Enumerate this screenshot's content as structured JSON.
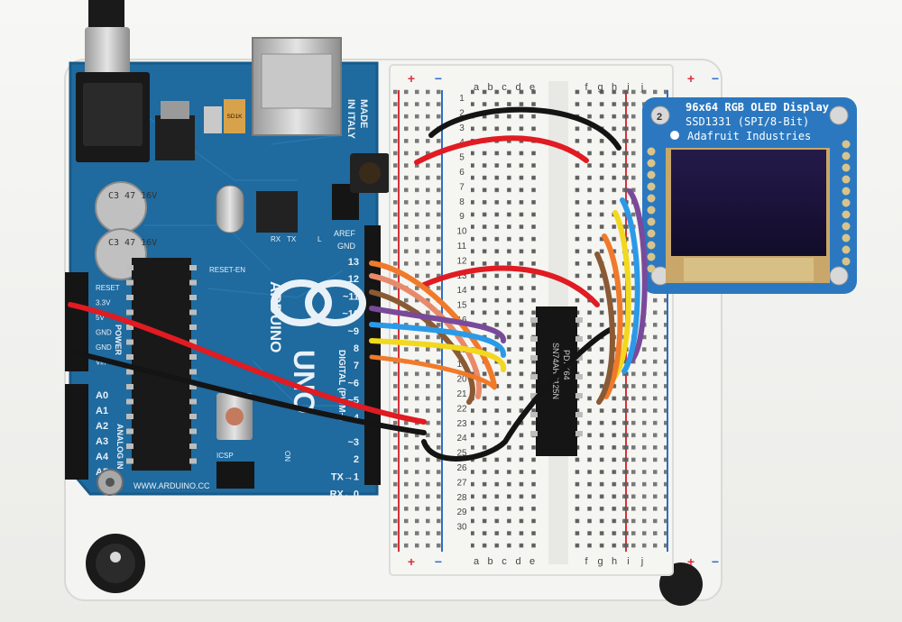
{
  "arduino": {
    "made_in": "MADE",
    "italy": "IN ITALY",
    "brand": "ARDUINO",
    "model": "UNO",
    "url": "WWW.ARDUINO.CC",
    "reset_en": "RESET-EN",
    "icsp": "ICSP",
    "digital": "DIGITAL (PWM~)",
    "power": "POWER",
    "analog": "ANALOG IN",
    "on": "ON",
    "aref": "AREF",
    "gnd": "GND",
    "tx": "TX",
    "rx": "RX",
    "l": "L",
    "cap_text": "C3\n47\n16V",
    "resistor": "SD1K",
    "pins_digital": [
      "13",
      "12",
      "~11",
      "~10",
      "~9",
      "8",
      "7",
      "~6",
      "~5",
      "4",
      "~3",
      "2",
      "TX→1",
      "RX←0"
    ],
    "pins_power": [
      "RESET",
      "3.3V",
      "5V",
      "GND",
      "GND",
      "Vin"
    ],
    "pins_analog": [
      "A0",
      "A1",
      "A2",
      "A3",
      "A4",
      "A5"
    ]
  },
  "breadboard": {
    "cols_left": [
      "a",
      "b",
      "c",
      "d",
      "e"
    ],
    "cols_right": [
      "f",
      "g",
      "h",
      "i",
      "j"
    ],
    "plus": "+",
    "minus": "−",
    "rows": [
      "1",
      "2",
      "3",
      "4",
      "5",
      "6",
      "7",
      "8",
      "9",
      "10",
      "11",
      "12",
      "13",
      "14",
      "15",
      "16",
      "17",
      "18",
      "19",
      "20",
      "21",
      "22",
      "23",
      "24",
      "25",
      "26",
      "27",
      "28",
      "29",
      "30"
    ]
  },
  "chip": {
    "line1": "SN74AHC125N",
    "line2": "PD7K64"
  },
  "oled": {
    "title": "96x64 RGB OLED Display",
    "model": "SSD1331 (SPI/8-Bit)",
    "maker": "Adafruit Industries",
    "badge": "2"
  },
  "colors": {
    "board_blue": "#1f6a9e",
    "breadboard": "#f5f5f2",
    "red_wire": "#e01b22",
    "black_wire": "#141414"
  }
}
